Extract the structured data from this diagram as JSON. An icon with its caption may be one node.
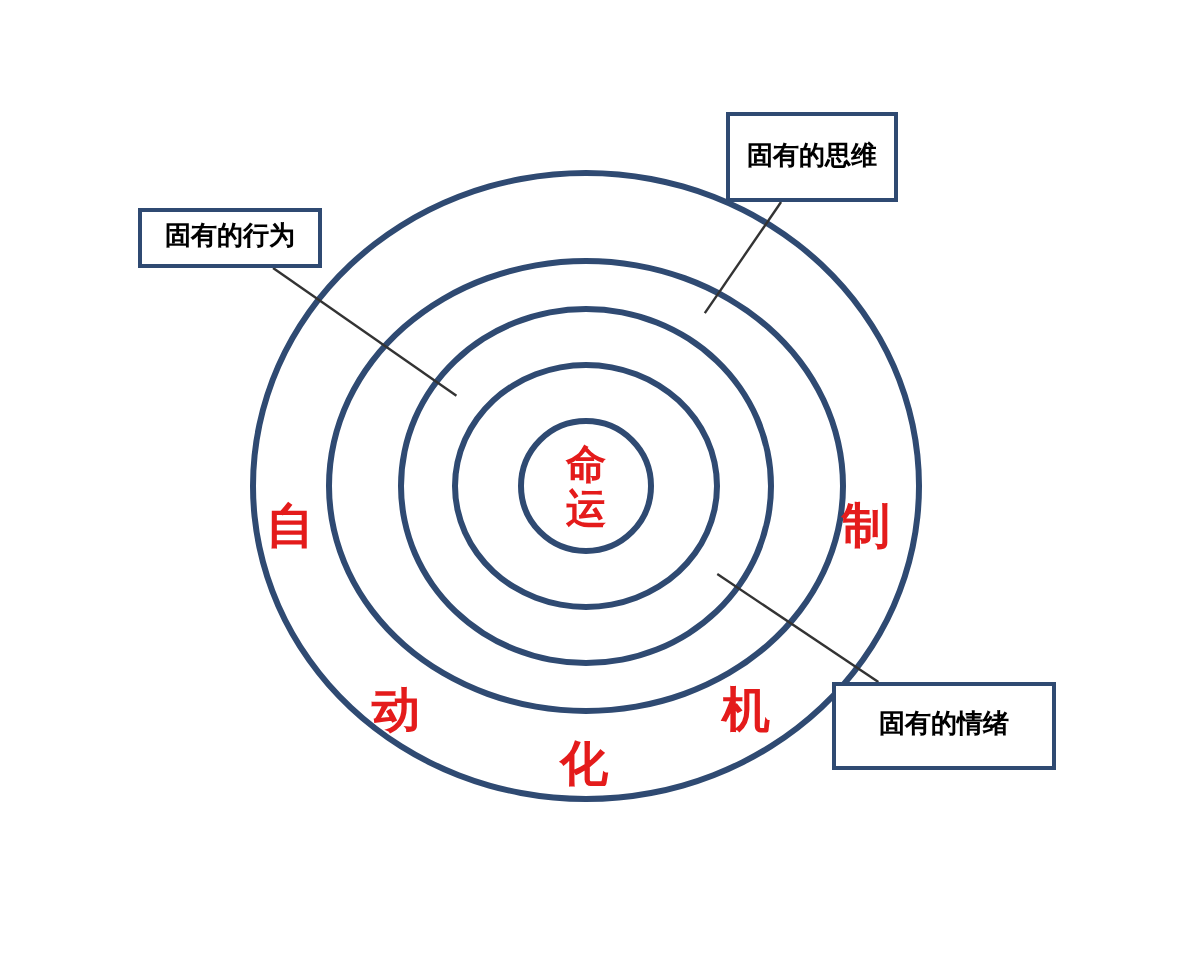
{
  "diagram": {
    "nodes": [
      {
        "text": [],
        "shape": "circle"
      },
      {
        "text": [],
        "shape": "circle",
        "in": 0
      },
      {
        "text": [],
        "shape": "circle",
        "in": 1
      },
      {
        "text": [],
        "shape": "circle",
        "in": 2
      },
      {
        "text": [
          "命运"
        ],
        "in": 3
      },
      {
        "text": [
          "固有的行为"
        ]
      },
      {
        "text": [
          "固有的思维"
        ]
      },
      {
        "text": [
          "固有的情绪"
        ]
      }
    ],
    "edges": [
      {
        "from": 5,
        "to": 2,
        "arrow": "none"
      },
      {
        "from": 6,
        "to": 1,
        "arrow": "none"
      },
      {
        "from": 7,
        "to": 2,
        "arrow": "none"
      }
    ],
    "labels": [
      "自",
      "动",
      "化",
      "机",
      "制"
    ]
  }
}
